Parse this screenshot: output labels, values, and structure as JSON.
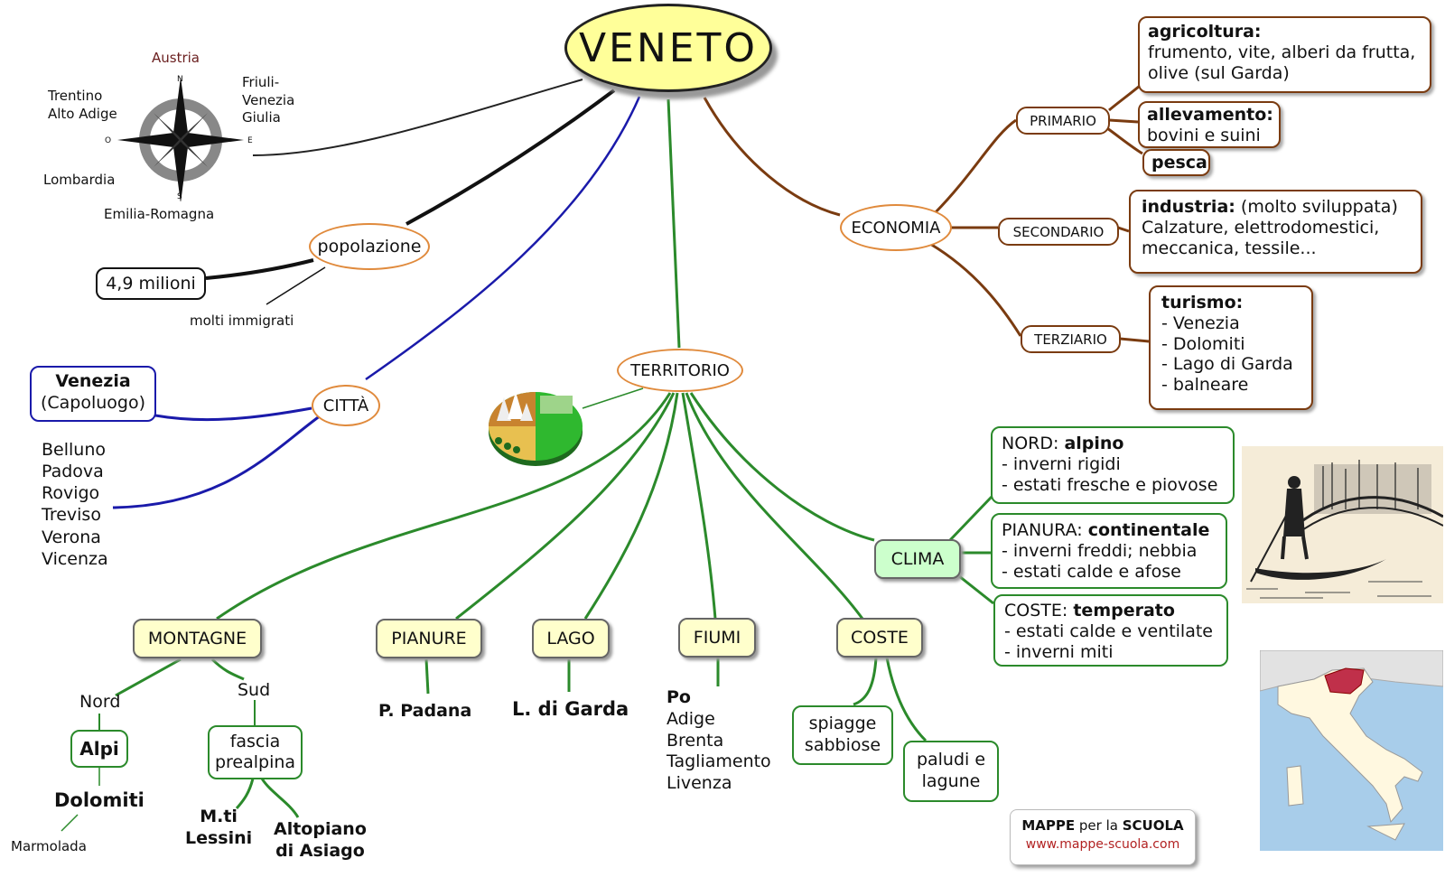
{
  "title": "VENETO",
  "compass": {
    "n": "N",
    "s": "S",
    "e": "E",
    "o": "O",
    "north": "Austria",
    "northwest": "Trentino\nAlto Adige",
    "northeast": "Friuli-\nVenezia\nGiulia",
    "west": "Lombardia",
    "south": "Emilia-Romagna"
  },
  "popolazione": {
    "label": "popolazione",
    "value": "4,9 milioni",
    "note": "molti immigrati"
  },
  "citta": {
    "label": "CITTÀ",
    "capital_name": "Venezia",
    "capital_note": "(Capoluogo)",
    "others": [
      "Belluno",
      "Padova",
      "Rovigo",
      "Treviso",
      "Verona",
      "Vicenza"
    ]
  },
  "territorio": {
    "label": "TERRITORIO",
    "montagne": {
      "label": "MONTAGNE",
      "nord": "Nord",
      "sud": "Sud",
      "alpi": "Alpi",
      "dolomiti": "Dolomiti",
      "marmolada": "Marmolada",
      "fascia": "fascia\nprealpina",
      "lessini": "M.ti\nLessini",
      "asiago": "Altopiano\ndi Asiago"
    },
    "pianure": {
      "label": "PIANURE",
      "value": "P. Padana"
    },
    "lago": {
      "label": "LAGO",
      "value": "L. di Garda"
    },
    "fiumi": {
      "label": "FIUMI",
      "first": "Po",
      "others": [
        "Adige",
        "Brenta",
        "Tagliamento",
        "Livenza"
      ]
    },
    "coste": {
      "label": "COSTE",
      "spiagge": "spiagge\nsabbiose",
      "paludi": "paludi e\nlagune"
    },
    "clima": {
      "label": "CLIMA",
      "nord_prefix": "NORD: ",
      "nord_type": "alpino",
      "nord_lines": [
        "- inverni rigidi",
        "- estati fresche e piovose"
      ],
      "pianura_prefix": "PIANURA: ",
      "pianura_type": "continentale",
      "pianura_lines": [
        "- inverni freddi; nebbia",
        "- estati calde e afose"
      ],
      "coste_prefix": "COSTE: ",
      "coste_type": "temperato",
      "coste_lines": [
        "- estati calde e ventilate",
        "- inverni miti"
      ]
    }
  },
  "economia": {
    "label": "ECONOMIA",
    "primario": "PRIMARIO",
    "secondario": "SECONDARIO",
    "terziario": "TERZIARIO",
    "agricoltura_title": "agricoltura:",
    "agricoltura_text": "frumento, vite, alberi da frutta,\nolive (sul Garda)",
    "allevamento_title": "allevamento:",
    "allevamento_text": "bovini e suini",
    "pesca": "pesca",
    "industria_title": "industria:",
    "industria_sub": " (molto sviluppata)",
    "industria_text": "Calzature, elettrodomestici,\nmeccanica, tessile...",
    "turismo_title": "turismo:",
    "turismo_items": [
      "- Venezia",
      "- Dolomiti",
      "- Lago di Garda",
      "- balneare"
    ]
  },
  "footer": {
    "brand1": "MAPPE",
    "brand2": " per la ",
    "brand3": "SCUOLA",
    "url": "www.mappe-scuola.com"
  },
  "colors": {
    "title_fill": "#ffff99",
    "economia_link": "#7a3b10",
    "territorio_link": "#2b8a2b",
    "citta_link": "#1a1aaa",
    "map_highlight": "#c0304a"
  }
}
